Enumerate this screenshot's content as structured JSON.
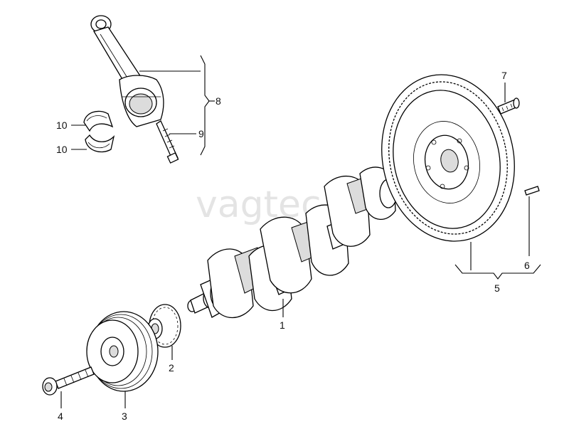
{
  "watermark": "vagtec.ru",
  "callouts": {
    "c1": "1",
    "c2": "2",
    "c3": "3",
    "c4": "4",
    "c5": "5",
    "c6": "6",
    "c7": "7",
    "c8": "8",
    "c9": "9",
    "c10a": "10",
    "c10b": "10"
  }
}
